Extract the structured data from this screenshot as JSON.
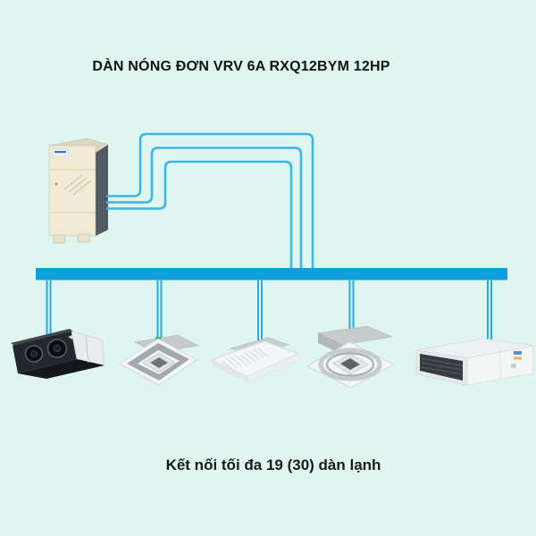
{
  "title": "DÀN NÓNG ĐƠN VRV 6A RXQ12BYM 12HP",
  "caption": "Kết nối tối đa 19 (30) dàn lạnh",
  "colors": {
    "background": "#def5f0",
    "pipe": "#3bb6e8",
    "trunk": "#109edb",
    "drop": "#27aae1",
    "text": "#121212"
  },
  "diagram": {
    "outdoor_unit": {
      "icon": "vrv-outdoor-unit-icon",
      "pipes_to_trunk": 3
    },
    "trunk": {
      "branch_count": 5
    },
    "indoor_units": [
      {
        "icon": "hrv-ventilation-unit-icon"
      },
      {
        "icon": "ceiling-cassette-unit-icon"
      },
      {
        "icon": "ceiling-suspended-cassette-unit-icon"
      },
      {
        "icon": "round-flow-cassette-unit-icon"
      },
      {
        "icon": "concealed-ducted-unit-icon"
      }
    ]
  }
}
